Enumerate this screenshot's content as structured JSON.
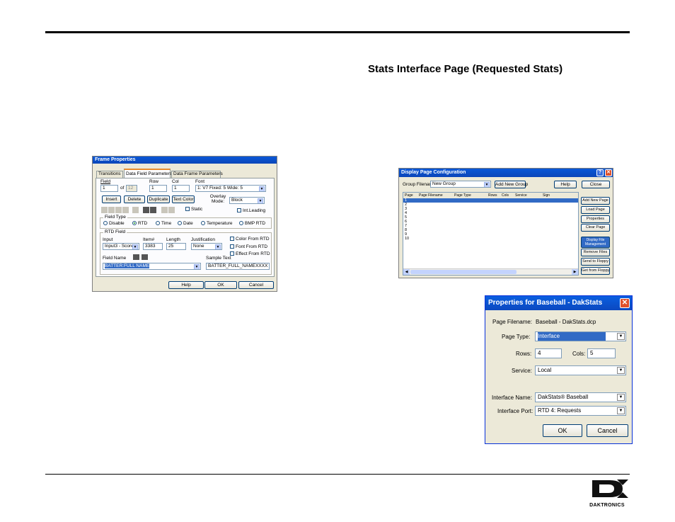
{
  "page": {
    "title": "Stats Interface Page (Requested Stats)"
  },
  "frame_props": {
    "title": "Frame Properties",
    "tabs": [
      "Transitions",
      "Data Field Parameters",
      "Data Frame Parameters"
    ],
    "labels": {
      "field": "Field",
      "row": "Row",
      "col": "Col",
      "font": "Font",
      "of": "of"
    },
    "values": {
      "field": "1",
      "of_total": "12",
      "row": "1",
      "col": "1",
      "font": "1: V7 Fixed: 5 Wide: 5"
    },
    "buttons": [
      "Insert",
      "Delete",
      "Duplicate",
      "Text Color"
    ],
    "overlay_label": "Overlay Mode:",
    "overlay_value": "Block",
    "static_label": "Static",
    "int_leading_label": "Int.Leading",
    "field_type": {
      "title": "Field Type",
      "options": [
        "Disable",
        "RTD",
        "Time",
        "Date",
        "Temperature",
        "BMP RTD"
      ],
      "selected": "RTD"
    },
    "rtd": {
      "title": "RTD Field",
      "input_label": "Input",
      "item_label": "Item#",
      "length_label": "Length",
      "justification_label": "Justification",
      "input_value": "Input3 - Score",
      "item_value": "3383",
      "length_value": "25",
      "justification_value": "None",
      "color_from_rtd": "Color From RTD",
      "font_from_rtd": "Font From RTD",
      "effect_from_rtd": "Effect From RTD"
    },
    "field_name_label": "Field Name",
    "field_name_value": "BATTER:FULL NAME",
    "sample_text_label": "Sample Text",
    "sample_text_value": "BATTER_FULL_NAMEXXXX",
    "footer_buttons": [
      "Help",
      "OK",
      "Cancel"
    ]
  },
  "display_config": {
    "title": "Display Page Configuration",
    "group_label": "Group Filename:",
    "group_value": "New Group",
    "add_group_btn": "Add New Group",
    "help_btn": "Help",
    "close_btn": "Close",
    "columns": [
      "Page",
      "Page Filename",
      "Page Type",
      "Rows",
      "Cols",
      "Service",
      "Sign"
    ],
    "rows": [
      "1",
      "2",
      "3",
      "4",
      "5",
      "6",
      "7",
      "8",
      "9",
      "10"
    ],
    "side_buttons": [
      "Add New Page",
      "Load Page",
      "Properties",
      "Clear Page",
      "Display File Management",
      "Remove Files",
      "Send to Floppy",
      "Get from Floppy"
    ]
  },
  "properties": {
    "title": "Properties for Baseball - DakStats",
    "page_filename_label": "Page Filename:",
    "page_filename_value": "Baseball - DakStats.dcp",
    "page_type_label": "Page Type:",
    "page_type_value": "Interface",
    "rows_label": "Rows:",
    "rows_value": "4",
    "cols_label": "Cols:",
    "cols_value": "5",
    "service_label": "Service:",
    "service_value": "Local",
    "interface_name_label": "Interface Name:",
    "interface_name_value": "DakStats® Baseball",
    "interface_port_label": "Interface Port:",
    "interface_port_value": "RTD 4: Requests",
    "ok_btn": "OK",
    "cancel_btn": "Cancel"
  },
  "logo": {
    "text": "DAKTRONICS"
  }
}
